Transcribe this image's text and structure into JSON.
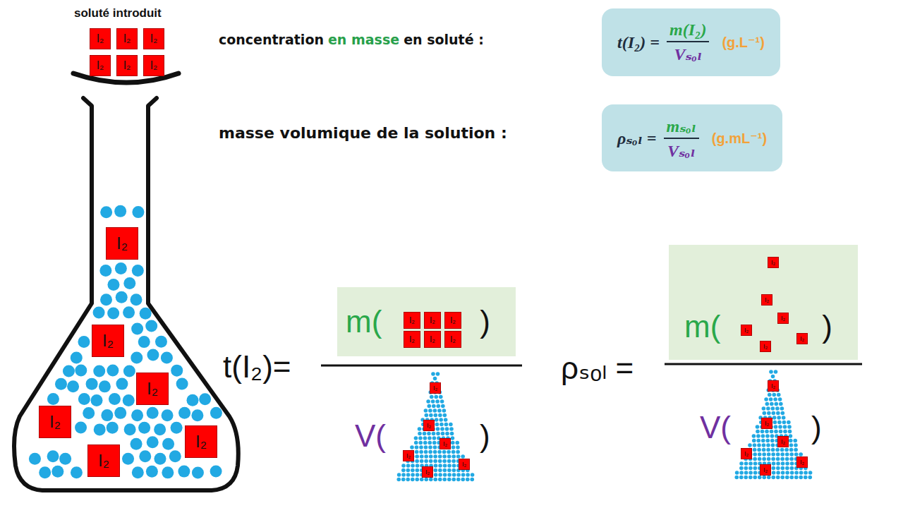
{
  "diagram": {
    "nodes": [
      {
        "text": [
          "t(I₂) =",
          "m(I₂)",
          "Vₛₒₗ",
          "(g.L⁻¹)"
        ]
      },
      {
        "text": [
          "ρₛₒₗ =",
          "mₛₒₗ",
          "Vₛₒₗ",
          "(g.mL⁻¹)"
        ]
      },
      {
        "text": [
          "m(",
          ")"
        ]
      },
      {
        "text": [
          "m(",
          ")"
        ]
      }
    ],
    "labels": [
      "soluté introduit",
      "concentration",
      "en masse",
      "en soluté :",
      "masse volumique de la solution :",
      "t(I₂)=",
      "ρₛₒₗ =",
      "V(",
      ")",
      "V(",
      ")",
      "I₂",
      "I₂",
      "I₂",
      "I₂",
      "I₂",
      "I₂",
      "I₂",
      "I₂",
      "I₂",
      "I₂",
      "I₂",
      "I₂",
      "I₂",
      "I₂",
      "I₂",
      "I₂",
      "I₂",
      "I₂",
      "I₂",
      "I₂",
      "I₂",
      "I₂",
      "I₂",
      "I₂",
      "I₂",
      "I₂",
      "I₂",
      "I₂",
      "I₂",
      "I₂",
      "I₂",
      "I₂",
      "I₂",
      "I₂",
      "I₂",
      "I₂"
    ]
  }
}
